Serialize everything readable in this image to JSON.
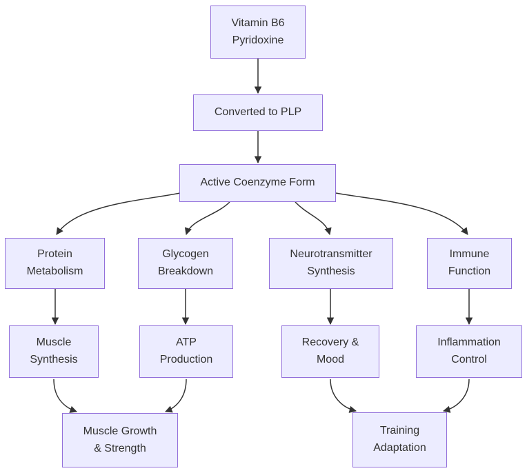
{
  "diagram": {
    "type": "flowchart",
    "direction": "top-down",
    "background": "#ffffff",
    "node_style": {
      "fill": "#ECECFF",
      "border": "#9370DB",
      "text_color": "#333333"
    },
    "edge_style": {
      "color": "#333333",
      "arrowhead": "filled-triangle"
    },
    "nodes": {
      "vitaminB6": {
        "label": "Vitamin B6\nPyridoxine"
      },
      "convertedToPLP": {
        "label": "Converted to PLP"
      },
      "activeCoenzyme": {
        "label": "Active Coenzyme Form"
      },
      "proteinMetabolism": {
        "label": "Protein\nMetabolism"
      },
      "glycogenBreakdown": {
        "label": "Glycogen\nBreakdown"
      },
      "neurotransmitterSynthesis": {
        "label": "Neurotransmitter\nSynthesis"
      },
      "immuneFunction": {
        "label": "Immune\nFunction"
      },
      "muscleSynthesis": {
        "label": "Muscle\nSynthesis"
      },
      "atpProduction": {
        "label": "ATP\nProduction"
      },
      "recoveryMood": {
        "label": "Recovery &\nMood"
      },
      "inflammationControl": {
        "label": "Inflammation\nControl"
      },
      "muscleGrowth": {
        "label": "Muscle Growth\n& Strength"
      },
      "trainingAdaptation": {
        "label": "Training\nAdaptation"
      }
    },
    "edges": [
      {
        "from": "vitaminB6",
        "to": "convertedToPLP"
      },
      {
        "from": "convertedToPLP",
        "to": "activeCoenzyme"
      },
      {
        "from": "activeCoenzyme",
        "to": "proteinMetabolism"
      },
      {
        "from": "activeCoenzyme",
        "to": "glycogenBreakdown"
      },
      {
        "from": "activeCoenzyme",
        "to": "neurotransmitterSynthesis"
      },
      {
        "from": "activeCoenzyme",
        "to": "immuneFunction"
      },
      {
        "from": "proteinMetabolism",
        "to": "muscleSynthesis"
      },
      {
        "from": "glycogenBreakdown",
        "to": "atpProduction"
      },
      {
        "from": "neurotransmitterSynthesis",
        "to": "recoveryMood"
      },
      {
        "from": "immuneFunction",
        "to": "inflammationControl"
      },
      {
        "from": "muscleSynthesis",
        "to": "muscleGrowth"
      },
      {
        "from": "atpProduction",
        "to": "muscleGrowth"
      },
      {
        "from": "recoveryMood",
        "to": "trainingAdaptation"
      },
      {
        "from": "inflammationControl",
        "to": "trainingAdaptation"
      }
    ]
  }
}
